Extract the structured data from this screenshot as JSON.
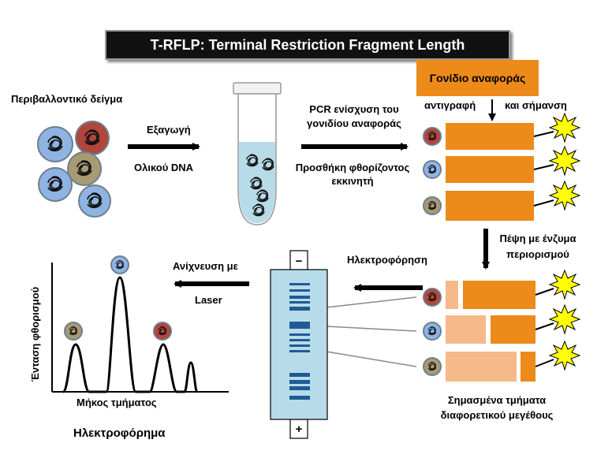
{
  "title": "T-RFLP: Terminal Restriction Fragment Length Polymorphism",
  "labels": {
    "environmental_sample": "Περιβαλλοντικό δείγμα",
    "extraction": "Εξαγωγή",
    "total_dna": "Ολικού DNA",
    "pcr_line1": "PCR ενίσχυση του",
    "pcr_line2": "γονιδίου αναφοράς",
    "primer_line1": "Προσθήκη φθορίζοντος",
    "primer_line2": "εκκινητή",
    "reference_gene": "Γονίδιο αναφοράς",
    "copying": "αντιγραφή",
    "and_labeling": "και σήμανση",
    "digestion_line1": "Πέψη με ένζυμα",
    "digestion_line2": "περιορισμού",
    "electrophoresis": "Ηλεκτροφόρηση",
    "detection_line1": "Ανίχνευση με",
    "detection_line2": "Laser",
    "labeled_line1": "Σημασμένα τμήματα",
    "labeled_line2": "διαφορετικού μεγέθους",
    "y_axis": "Ένταση φθορισμού",
    "x_axis": "Μήκος τμήματος",
    "electropherogram": "Ηλεκτροφόρημα",
    "gel_minus": "−",
    "gel_plus": "+"
  },
  "colors": {
    "orange": "#ec8a1a",
    "light_orange": "#f6b98a",
    "blue_cell": "#8fb4e3",
    "red_cell": "#b0463c",
    "olive_cell": "#a89a72",
    "gel": "#b7dbe8",
    "band": "#1f5a96",
    "burst": "#ffff00"
  },
  "icons": [
    "cell-icon",
    "test-tube-icon",
    "burst-icon",
    "arrow-icon"
  ]
}
